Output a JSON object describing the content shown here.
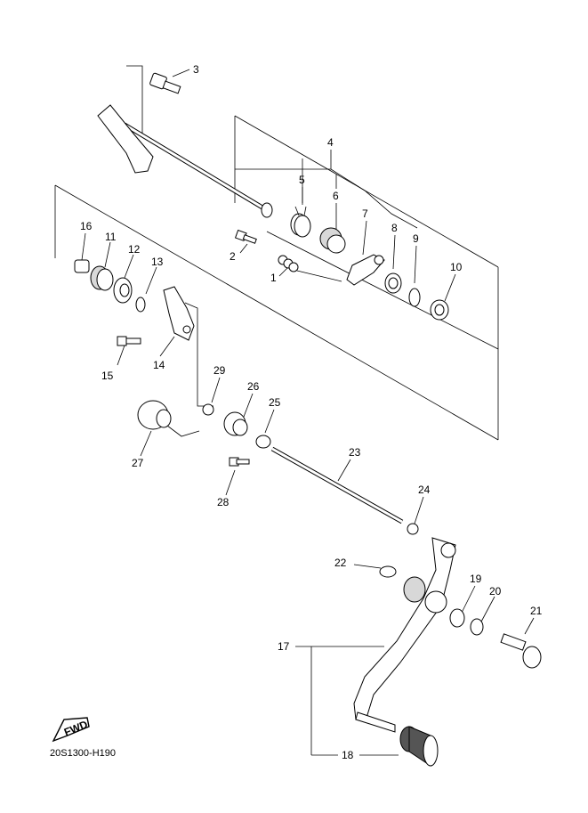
{
  "diagram": {
    "code": "20S1300-H190",
    "fwd_label": "FWD",
    "callouts": [
      {
        "id": "1",
        "label": "1"
      },
      {
        "id": "2",
        "label": "2"
      },
      {
        "id": "3",
        "label": "3"
      },
      {
        "id": "4",
        "label": "4"
      },
      {
        "id": "5",
        "label": "5"
      },
      {
        "id": "6",
        "label": "6"
      },
      {
        "id": "7",
        "label": "7"
      },
      {
        "id": "8",
        "label": "8"
      },
      {
        "id": "9",
        "label": "9"
      },
      {
        "id": "10",
        "label": "10"
      },
      {
        "id": "11",
        "label": "11"
      },
      {
        "id": "12",
        "label": "12"
      },
      {
        "id": "13",
        "label": "13"
      },
      {
        "id": "14",
        "label": "14"
      },
      {
        "id": "15",
        "label": "15"
      },
      {
        "id": "16",
        "label": "16"
      },
      {
        "id": "17",
        "label": "17"
      },
      {
        "id": "18",
        "label": "18"
      },
      {
        "id": "19",
        "label": "19"
      },
      {
        "id": "20",
        "label": "20"
      },
      {
        "id": "21",
        "label": "21"
      },
      {
        "id": "22",
        "label": "22"
      },
      {
        "id": "23",
        "label": "23"
      },
      {
        "id": "24",
        "label": "24"
      },
      {
        "id": "25",
        "label": "25"
      },
      {
        "id": "26",
        "label": "26"
      },
      {
        "id": "27",
        "label": "27"
      },
      {
        "id": "28",
        "label": "28"
      },
      {
        "id": "29",
        "label": "29"
      }
    ]
  }
}
